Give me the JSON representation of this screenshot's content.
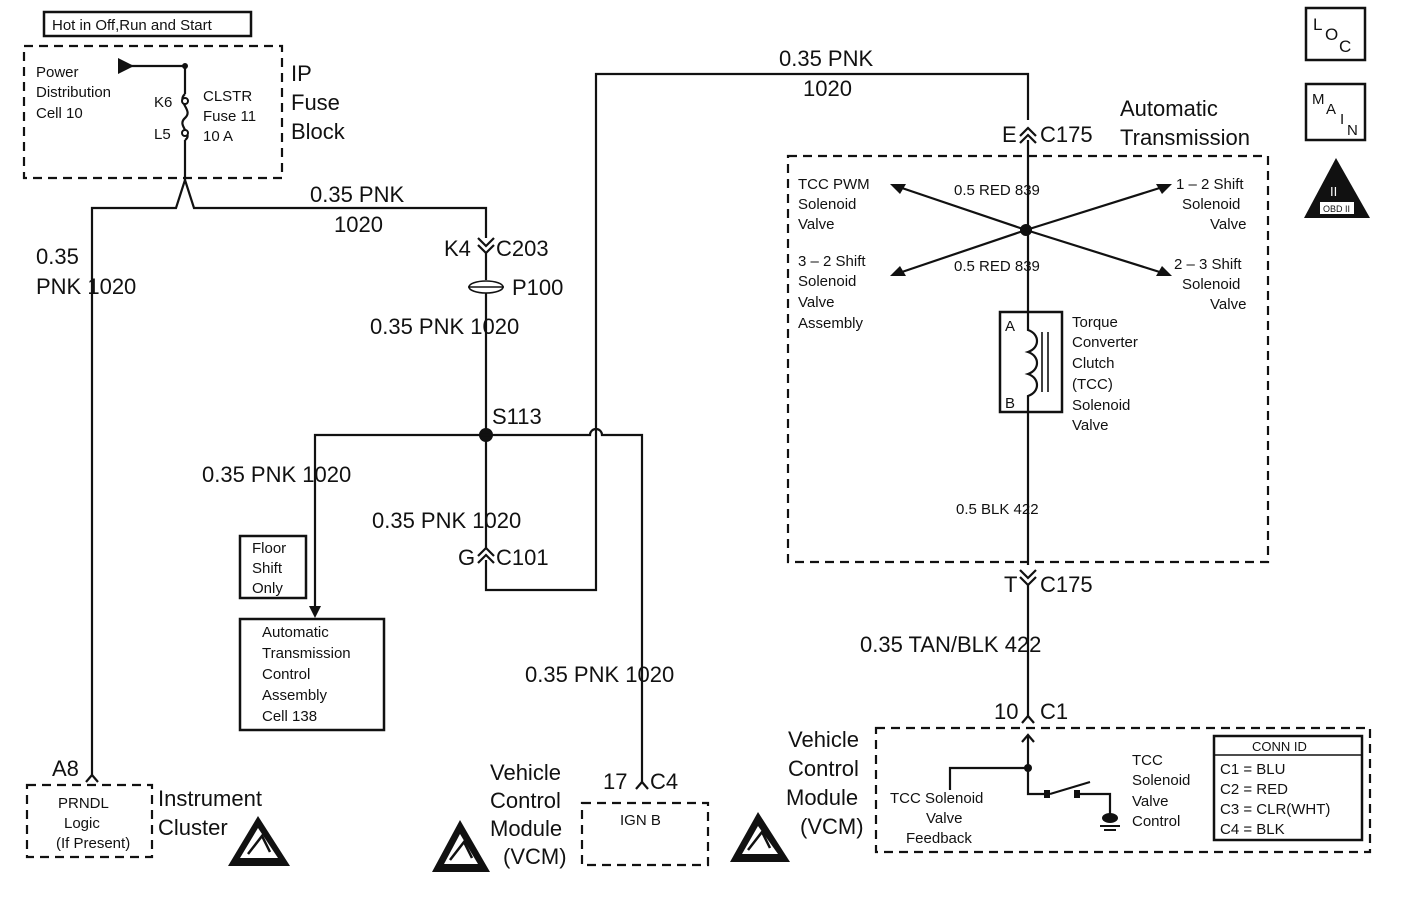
{
  "header": {
    "power_note": "Hot in Off,Run and Start"
  },
  "fuse_block": {
    "source": [
      "Power",
      "Distribution",
      "Cell 10"
    ],
    "pin_top": "K6",
    "pin_bottom": "L5",
    "fuse": [
      "CLSTR",
      "Fuse 11",
      "10 A"
    ],
    "title": [
      "IP",
      "Fuse",
      "Block"
    ]
  },
  "wires": {
    "left_gauge": "0.35",
    "left_color_circuit": "PNK  1020",
    "top_branch": "0.35 PNK",
    "top_branch_circuit": "1020",
    "top_right": "0.35 PNK",
    "top_right_circuit": "1020",
    "mid_vertical": "0.35 PNK  1020",
    "floor_branch": "0.35 PNK  1020",
    "below_splice": "0.35 PNK  1020",
    "vcm_feed": "0.35 PNK  1020",
    "tan_blk": "0.35 TAN/BLK  422",
    "red_upper": "0.5 RED  839",
    "red_lower": "0.5 RED  839",
    "blk": "0.5 BLK  422"
  },
  "connectors": {
    "k4": "K4",
    "c203": "C203",
    "p100": "P100",
    "s113": "S113",
    "g": "G",
    "c101": "C101",
    "e": "E",
    "c175_top": "C175",
    "t": "T",
    "c175_bottom": "C175",
    "pin10": "10",
    "c1": "C1",
    "a8": "A8",
    "pin17": "17",
    "c4": "C4"
  },
  "components": {
    "floor_shift": [
      "Floor",
      "Shift",
      "Only"
    ],
    "atca": [
      "Automatic",
      "Transmission",
      "Control",
      "Assembly",
      "Cell 138"
    ],
    "prndl": [
      "PRNDL",
      "Logic",
      "(If Present)"
    ],
    "instrument_cluster": [
      "Instrument",
      "Cluster"
    ],
    "vcm_left": [
      "Vehicle",
      "Control",
      "Module",
      "(VCM)"
    ],
    "ign_b": "IGN B",
    "auto_trans": [
      "Automatic",
      "Transmission"
    ],
    "tcc_pwm": [
      "TCC PWM",
      "Solenoid",
      "Valve"
    ],
    "shift_12": [
      "1 – 2 Shift",
      "Solenoid",
      "Valve"
    ],
    "shift_32": [
      "3 – 2 Shift",
      "Solenoid",
      "Valve",
      "Assembly"
    ],
    "shift_23": [
      "2 – 3 Shift",
      "Solenoid",
      "Valve"
    ],
    "tcc_solenoid": [
      "Torque",
      "Converter",
      "Clutch",
      "(TCC)",
      "Solenoid",
      "Valve"
    ],
    "pin_a": "A",
    "pin_b": "B",
    "vcm_right": [
      "Vehicle",
      "Control",
      "Module",
      "(VCM)"
    ],
    "tcc_feedback": [
      "TCC Solenoid",
      "Valve",
      "Feedback"
    ],
    "tcc_control": [
      "TCC",
      "Solenoid",
      "Valve",
      "Control"
    ]
  },
  "conn_id": {
    "title": "CONN ID",
    "rows": [
      "C1  =  BLU",
      "C2  =  RED",
      "C3  =  CLR(WHT)",
      "C4  =  BLK"
    ]
  },
  "nav_icons": {
    "loc": [
      "L",
      "O",
      "C"
    ],
    "main": [
      "M",
      "A",
      "I",
      "N"
    ],
    "obd": [
      "II",
      "OBD II"
    ]
  },
  "icons": [
    "esd-warning-icon",
    "loc-icon",
    "main-icon",
    "obd-ii-icon",
    "ground-icon"
  ]
}
